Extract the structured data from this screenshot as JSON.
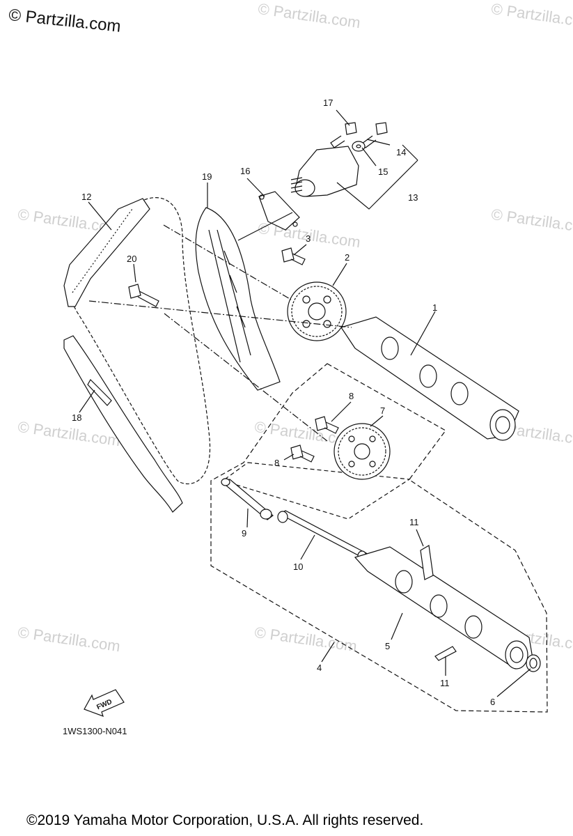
{
  "brand": "© Partzilla.com",
  "watermark": "© Partzilla.com",
  "diagram_code": "1WS1300-N041",
  "fwd_label": "FWD",
  "copyright": "©2019  Yamaha Motor Corporation, U.S.A. All rights reserved.",
  "callouts": {
    "c1": "1",
    "c2": "2",
    "c3": "3",
    "c4": "4",
    "c5": "5",
    "c6": "6",
    "c7": "7",
    "c8a": "8",
    "c8b": "8",
    "c9": "9",
    "c10": "10",
    "c11a": "11",
    "c11b": "11",
    "c12": "12",
    "c13": "13",
    "c14": "14",
    "c15": "15",
    "c16": "16",
    "c17": "17",
    "c18": "18",
    "c19": "19",
    "c20": "20"
  }
}
